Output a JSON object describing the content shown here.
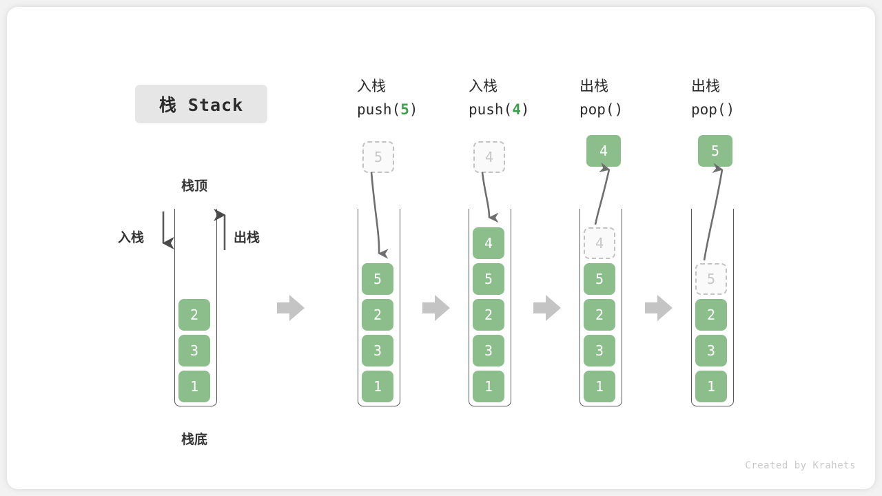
{
  "card": {
    "background": "#ffffff",
    "page_background": "#f2f2f2"
  },
  "title": {
    "text": "栈 Stack",
    "badge_color": "#e6e6e6"
  },
  "colors": {
    "cell_green": "#8cbe8c",
    "accent_green": "#3e9e4e",
    "ghost_border": "#c2c2c2",
    "ghost_text": "#c6c6c6",
    "stroke_gray": "#585858",
    "flow_arrow_gray": "#c4c4c4",
    "credit_gray": "#c9c9c9"
  },
  "legend": {
    "top_label": "栈顶",
    "bottom_label": "栈底",
    "push_label": "入栈",
    "pop_label": "出栈"
  },
  "panels": [
    {
      "id": "initial",
      "head_cn": "",
      "head_code": "",
      "cells": [
        "2",
        "3",
        "1"
      ],
      "ghost_in_stack": null,
      "incoming": null,
      "result": null
    },
    {
      "id": "push-5",
      "head_cn": "入栈",
      "head_code_prefix": "push(",
      "head_code_arg": "5",
      "head_code_suffix": ")",
      "cells": [
        "5",
        "2",
        "3",
        "1"
      ],
      "ghost_in_stack": null,
      "incoming": "5",
      "result": null
    },
    {
      "id": "push-4",
      "head_cn": "入栈",
      "head_code_prefix": "push(",
      "head_code_arg": "4",
      "head_code_suffix": ")",
      "cells": [
        "4",
        "5",
        "2",
        "3",
        "1"
      ],
      "ghost_in_stack": null,
      "incoming": "4",
      "result": null
    },
    {
      "id": "pop-4",
      "head_cn": "出栈",
      "head_code_prefix": "pop(",
      "head_code_arg": "",
      "head_code_suffix": ")",
      "cells": [
        "5",
        "2",
        "3",
        "1"
      ],
      "ghost_in_stack": "4",
      "incoming": null,
      "result": "4"
    },
    {
      "id": "pop-5",
      "head_cn": "出栈",
      "head_code_prefix": "pop(",
      "head_code_arg": "",
      "head_code_suffix": ")",
      "cells": [
        "2",
        "3",
        "1"
      ],
      "ghost_in_stack": "5",
      "incoming": null,
      "result": "5"
    }
  ],
  "credit": {
    "text": "Created by Krahets"
  }
}
